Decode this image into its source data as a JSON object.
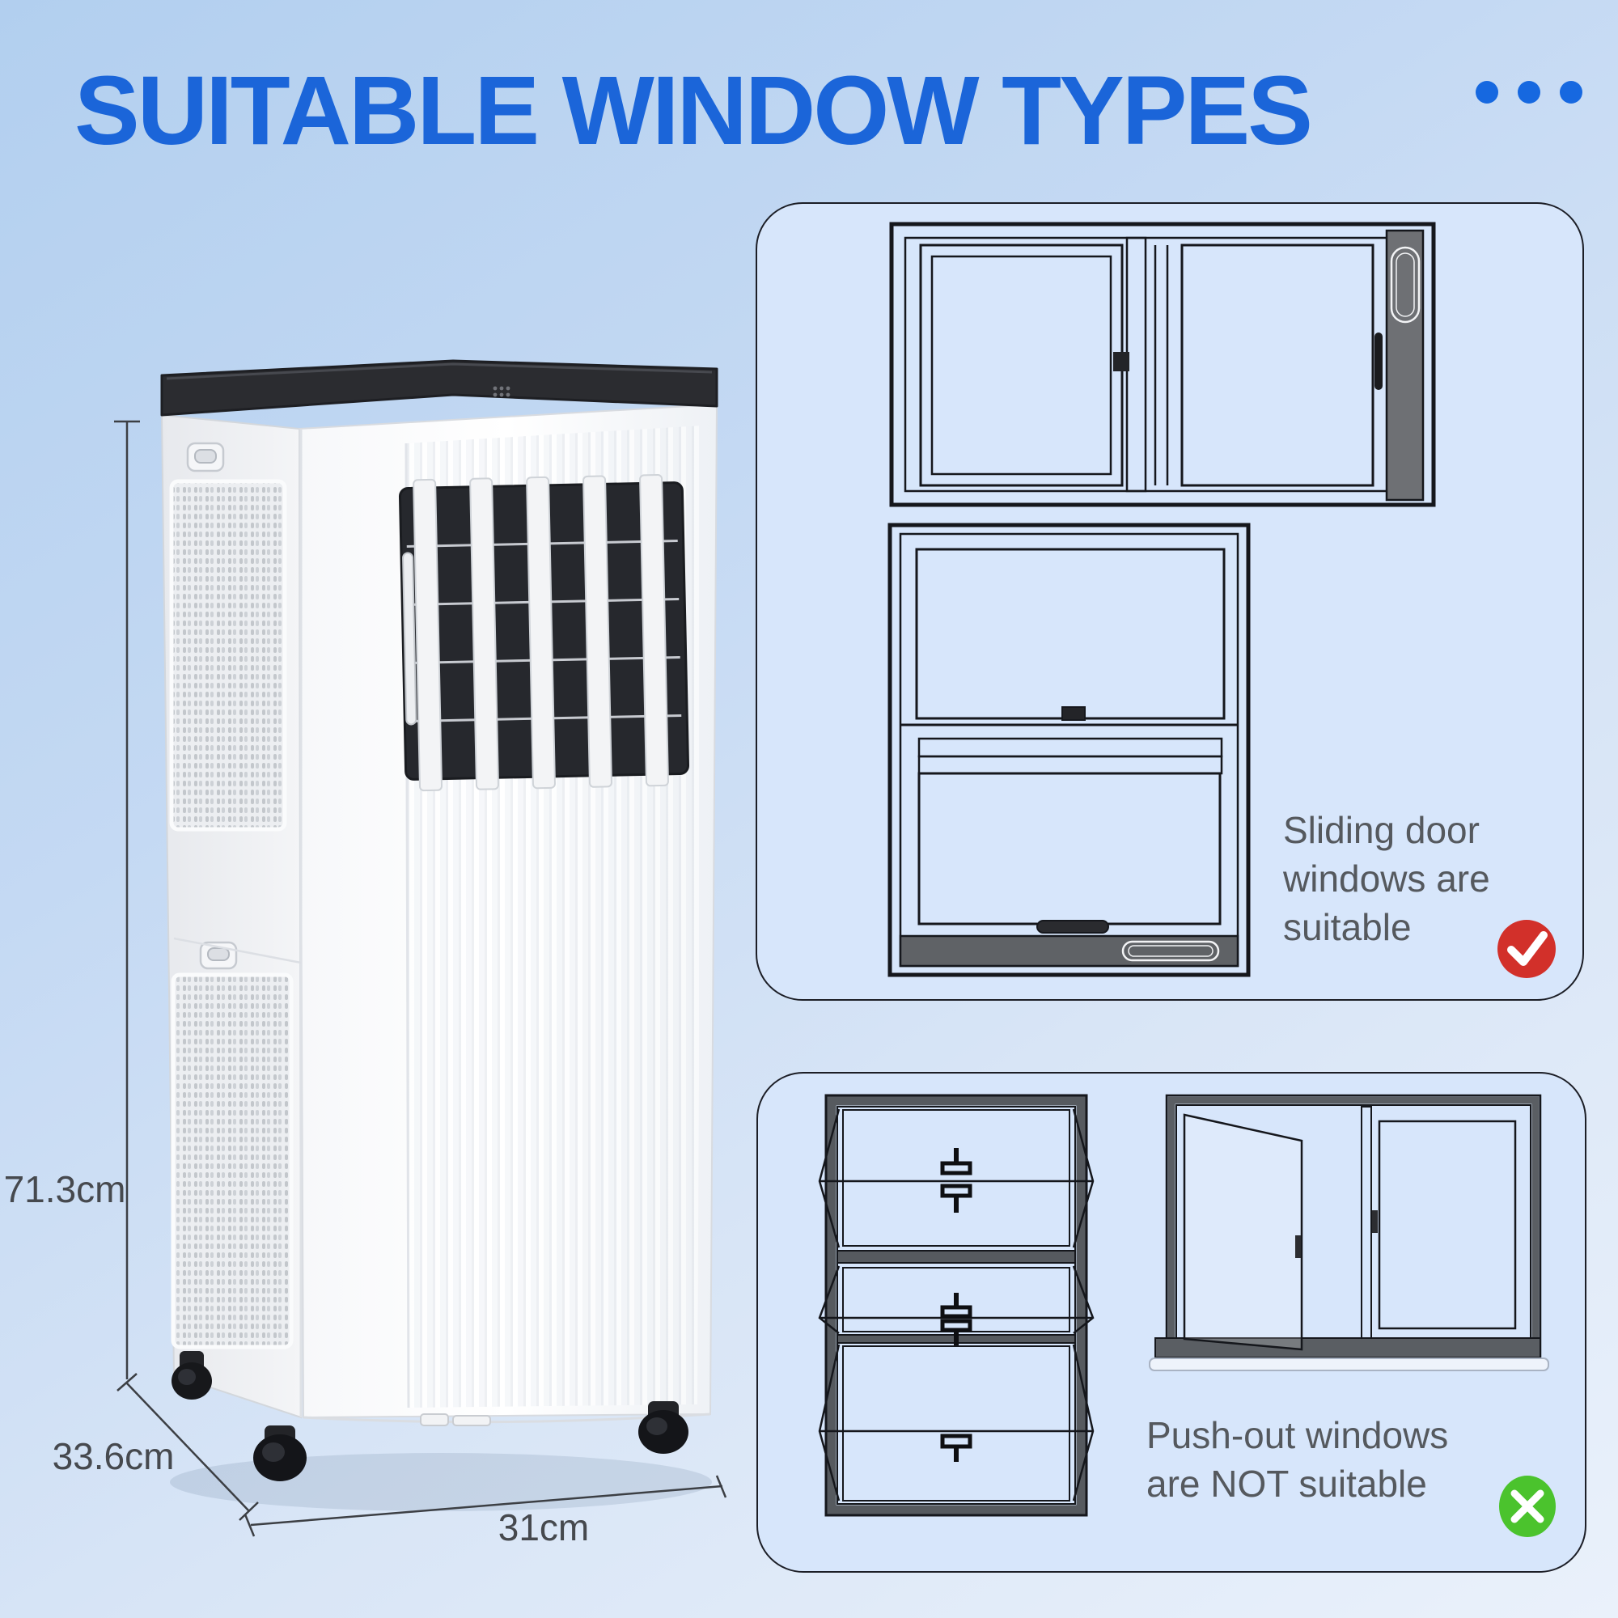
{
  "header": {
    "title": "SUITABLE WINDOW TYPES"
  },
  "decor": {
    "ellipsis_icon": "three-dots",
    "accent_color": "#1668e0",
    "title_color": "#1b65d9"
  },
  "product": {
    "name": "portable-air-conditioner-illustration",
    "dimension_labels": {
      "height": "71.3cm",
      "depth": "33.6cm",
      "width": "31cm"
    }
  },
  "panels": [
    {
      "id": "suitable",
      "caption_lines": [
        "Sliding door",
        "windows are",
        "suitable"
      ],
      "badge": "check-icon",
      "badge_color": "#d2302a",
      "window_icons": [
        "horizontal-sliding-window",
        "vertical-sliding-window"
      ]
    },
    {
      "id": "not-suitable",
      "caption_lines": [
        "Push-out windows",
        "are NOT suitable"
      ],
      "badge": "cross-icon",
      "badge_color": "#4bc32d",
      "window_icons": [
        "awning-push-out-window",
        "casement-push-out-window"
      ]
    }
  ],
  "colors": {
    "page_bg_top": "#b2cfef",
    "page_bg_bottom": "#eaf1fb",
    "panel_fill": "#d7e6fb",
    "caption_text": "#55595e",
    "dimension_text": "#46494e",
    "window_line": "#15171c",
    "frame_gray": "#5a5e63",
    "ac_cap_black": "#2b2c30",
    "vent_dark": "#26282d"
  }
}
